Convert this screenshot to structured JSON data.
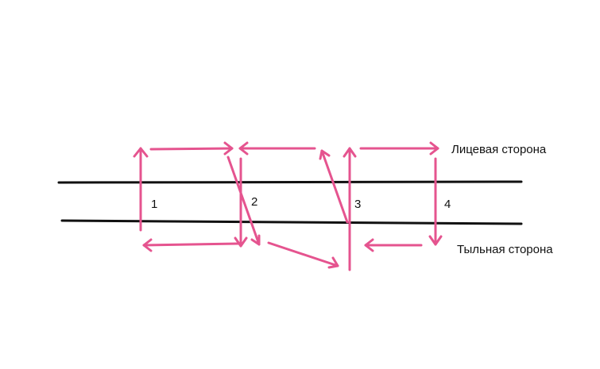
{
  "colors": {
    "background": "#ffffff",
    "fabric_line": "#111111",
    "stitch": "#e5548f"
  },
  "labels": {
    "front_side": "Лицевая сторона",
    "back_side": "Тыльная сторона"
  },
  "stitch_numbers": [
    "1",
    "2",
    "3",
    "4"
  ]
}
